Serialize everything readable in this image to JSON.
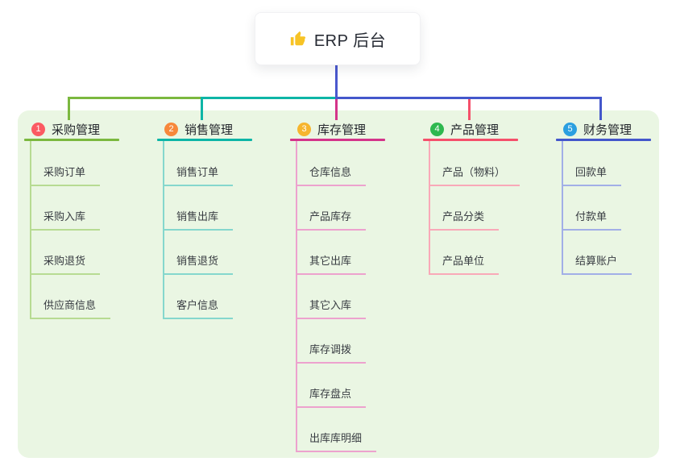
{
  "root": {
    "label": "ERP 后台",
    "icon": "thumbs-up-icon",
    "icon_color": "#f7c325",
    "line_color": "#4a58ce"
  },
  "canvas": {
    "panel_bg": "#eaf6e3",
    "page_bg": "#ffffff"
  },
  "branches": [
    {
      "number": "1",
      "label": "采购管理",
      "badge_color": "#fb5a62",
      "line_color": "#7bb83f",
      "child_line_color": "#b7db92",
      "children": [
        "采购订单",
        "采购入库",
        "采购退货",
        "供应商信息"
      ]
    },
    {
      "number": "2",
      "label": "销售管理",
      "badge_color": "#f7883b",
      "line_color": "#0db5a6",
      "child_line_color": "#85d7cd",
      "children": [
        "销售订单",
        "销售出库",
        "销售退货",
        "客户信息"
      ]
    },
    {
      "number": "3",
      "label": "库存管理",
      "badge_color": "#f6b52e",
      "line_color": "#d4348a",
      "child_line_color": "#eda2ce",
      "children": [
        "仓库信息",
        "产品库存",
        "其它出库",
        "其它入库",
        "库存调拨",
        "库存盘点",
        "出库库明细"
      ]
    },
    {
      "number": "4",
      "label": "产品管理",
      "badge_color": "#2eb84f",
      "line_color": "#f5506b",
      "child_line_color": "#f9a9b8",
      "children": [
        "产品（物料）",
        "产品分类",
        "产品单位"
      ]
    },
    {
      "number": "5",
      "label": "财务管理",
      "badge_color": "#2b9fe0",
      "line_color": "#4457cb",
      "child_line_color": "#a2afe7",
      "children": [
        "回款单",
        "付款单",
        "结算账户"
      ]
    }
  ]
}
